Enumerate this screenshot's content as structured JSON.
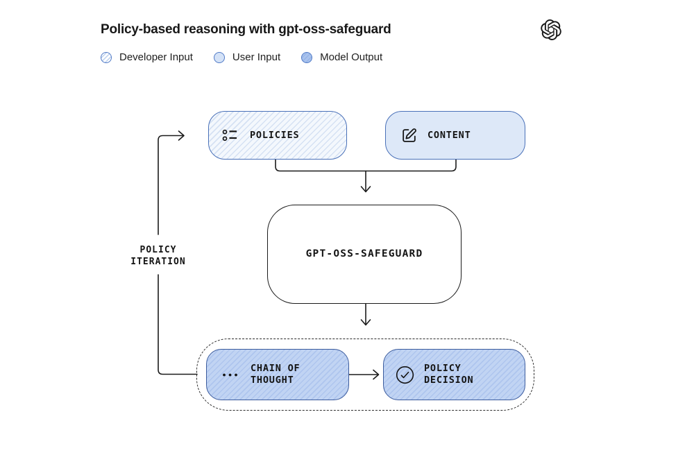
{
  "header": {
    "title": "Policy-based reasoning with gpt-oss-safeguard",
    "logo_icon": "openai-logo-icon"
  },
  "legend": {
    "items": [
      {
        "label": "Developer Input",
        "icon": "hatched-white-circle",
        "fill": "#ffffff",
        "stripe": "#bcd0ee",
        "border": "#4f79c6"
      },
      {
        "label": "User Input",
        "icon": "solid-light-circle",
        "fill": "#d4e2f7",
        "border": "#4f79c6"
      },
      {
        "label": "Model Output",
        "icon": "hatched-blue-circle",
        "fill": "#a9c3ee",
        "stripe": "#97b4e6",
        "border": "#4f79c6"
      }
    ]
  },
  "diagram": {
    "nodes": {
      "policies": {
        "label": "POLICIES",
        "icon": "list-icon",
        "category": "Developer Input"
      },
      "content": {
        "label": "CONTENT",
        "icon": "edit-icon",
        "category": "User Input"
      },
      "model": {
        "label": "GPT-OSS-SAFEGUARD"
      },
      "chain_of_thought": {
        "line1": "CHAIN OF",
        "line2": "THOUGHT",
        "icon": "ellipsis-icon",
        "category": "Model Output"
      },
      "policy_decision": {
        "line1": "POLICY",
        "line2": "DECISION",
        "icon": "check-circle-icon",
        "category": "Model Output"
      }
    },
    "feedback": {
      "line1": "POLICY",
      "line2": "ITERATION"
    },
    "edges": [
      "policies -> gpt-oss-safeguard",
      "content -> gpt-oss-safeguard",
      "gpt-oss-safeguard -> model-output-group",
      "chain-of-thought -> policy-decision",
      "model-output-group -> policies (policy iteration loop)"
    ]
  },
  "colors": {
    "background": "#ffffff",
    "line": "#1a1a1a",
    "box_border_blue": "#4970b8",
    "output_border_blue": "#3b5b9d",
    "light_fill": "#dde8f8",
    "output_fill": "#c1d4f3",
    "text": "#141414"
  }
}
